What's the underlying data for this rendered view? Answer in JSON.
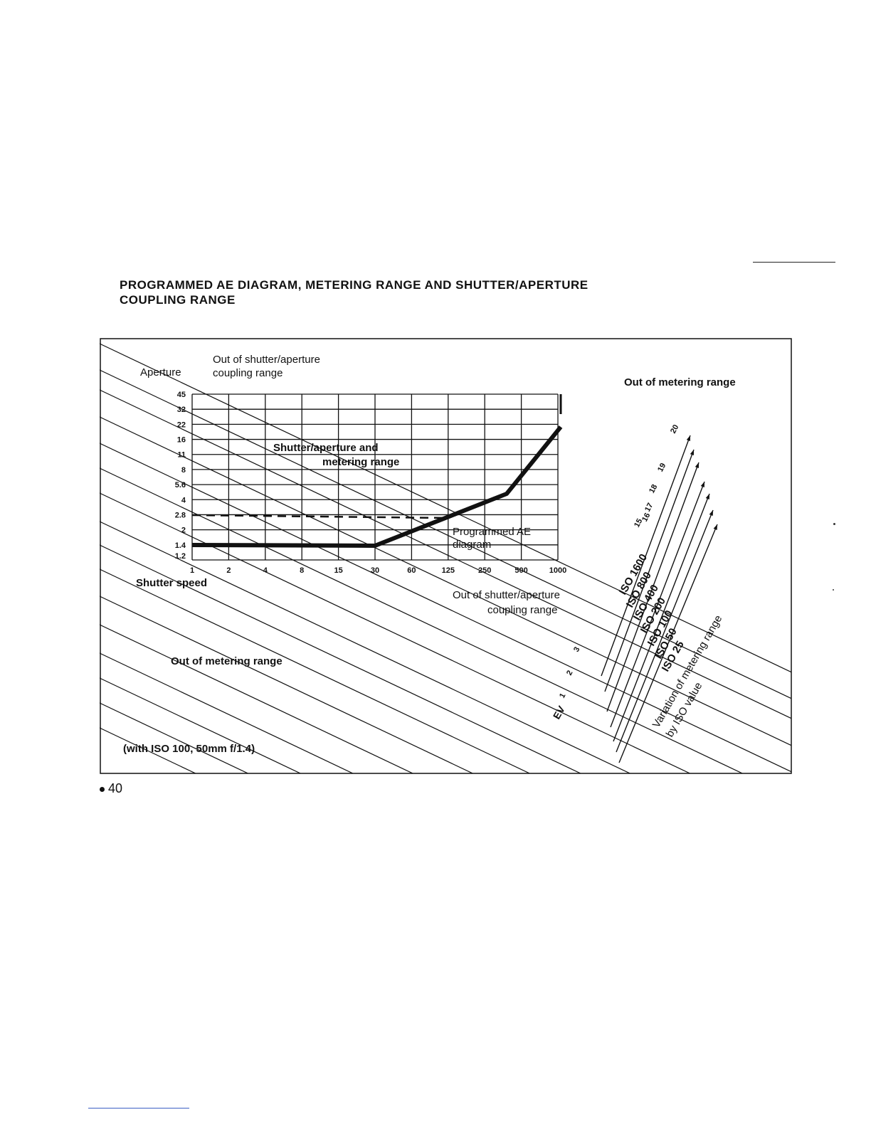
{
  "heading": {
    "line1": "PROGRAMMED AE DIAGRAM, METERING RANGE AND SHUTTER/APERTURE",
    "line2": "COUPLING RANGE"
  },
  "diagram": {
    "aperture_label": "Aperture",
    "aperture_ticks": [
      "45",
      "32",
      "22",
      "16",
      "11",
      "8",
      "5.6",
      "4",
      "2.8",
      "2",
      "1.4",
      "1.2"
    ],
    "shutter_label": "Shutter speed",
    "shutter_ticks": [
      "1",
      "2",
      "4",
      "8",
      "15",
      "30",
      "60",
      "125",
      "250",
      "500",
      "1000"
    ],
    "out_coupling_top_1": "Out of shutter/aperture",
    "out_coupling_top_2": "coupling range",
    "out_metering_top": "Out of metering range",
    "inner_range_1": "Shutter/aperture and",
    "inner_range_2": "metering range",
    "programmed_1": "Programmed AE",
    "programmed_2": "diagram",
    "out_coupling_bottom_1": "Out of shutter/aperture",
    "out_coupling_bottom_2": "coupling range",
    "out_metering_bottom": "Out of metering range",
    "footnote": "(with ISO 100, 50mm f/1.4)",
    "ev_label": "EV",
    "ev_right_numbers": [
      "20",
      "19",
      "18",
      "17",
      "16",
      "15"
    ],
    "ev_bottom_numbers": [
      "3",
      "2",
      "1"
    ],
    "iso_labels": [
      "ISO 1600",
      "ISO 800",
      "ISO 400",
      "ISO 200",
      "ISO 100",
      "ISO 50",
      "ISO 25"
    ],
    "variation_1": "Variation of metering range",
    "variation_2": "by ISO value"
  },
  "page_number": "40"
}
